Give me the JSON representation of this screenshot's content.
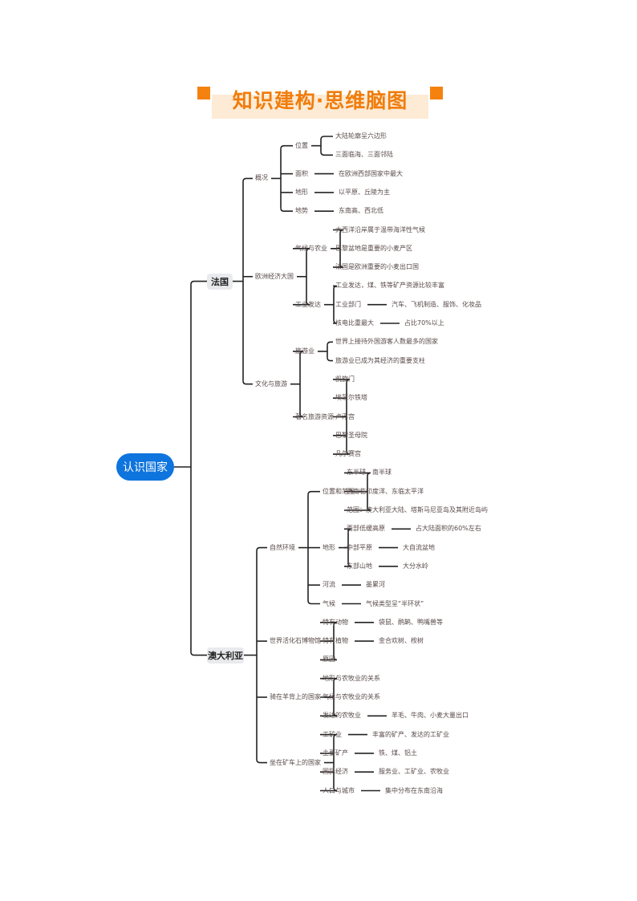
{
  "title": "知识建构·思维脑图",
  "colors": {
    "accent": "#f5820f",
    "title_text": "#f07d0c",
    "title_bg": "#fdebd6",
    "root": "#0e74de",
    "line": "#222222",
    "label": "#5a4a4a"
  },
  "mindmap": {
    "root": "认识国家",
    "branches": [
      {
        "label": "法国",
        "children": [
          {
            "label": "概况",
            "children": [
              {
                "label": "位置",
                "children": [
                  {
                    "label": "大陆轮廓呈六边形"
                  },
                  {
                    "label": "三面临海、三面邻陆"
                  }
                ]
              },
              {
                "label": "面积",
                "children": [
                  {
                    "label": "在欧洲西部国家中最大"
                  }
                ]
              },
              {
                "label": "地形",
                "children": [
                  {
                    "label": "以平原、丘陵为主"
                  }
                ]
              },
              {
                "label": "地势",
                "children": [
                  {
                    "label": "东南高、西北低"
                  }
                ]
              }
            ]
          },
          {
            "label": "欧洲经济大国",
            "children": [
              {
                "label": "气候与农业",
                "children": [
                  {
                    "label": "大西洋沿岸属于温带海洋性气候"
                  },
                  {
                    "label": "巴黎盆地是重要的小麦产区"
                  },
                  {
                    "label": "法国是欧洲重要的小麦出口国"
                  }
                ]
              },
              {
                "label": "工业发达",
                "children": [
                  {
                    "label": "工业发达，煤、铁等矿产资源比较丰富"
                  },
                  {
                    "label": "工业部门",
                    "children": [
                      {
                        "label": "汽车、飞机制造、服饰、化妆品"
                      }
                    ]
                  },
                  {
                    "label": "核电比重最大",
                    "children": [
                      {
                        "label": "占比70%以上"
                      }
                    ]
                  }
                ]
              }
            ]
          },
          {
            "label": "文化与旅游",
            "children": [
              {
                "label": "旅游业",
                "children": [
                  {
                    "label": "世界上接待外国游客人数最多的国家"
                  },
                  {
                    "label": "旅游业已成为其经济的重要支柱"
                  }
                ]
              },
              {
                "label": "著名旅游资源",
                "children": [
                  {
                    "label": "凯旋门"
                  },
                  {
                    "label": "埃菲尔铁塔"
                  },
                  {
                    "label": "卢浮宫"
                  },
                  {
                    "label": "巴黎圣母院"
                  },
                  {
                    "label": "凡尔赛宫"
                  }
                ]
              }
            ]
          }
        ]
      },
      {
        "label": "澳大利亚",
        "children": [
          {
            "label": "自然环境",
            "children": [
              {
                "label": "位置和范围",
                "children": [
                  {
                    "label": "东半球、南半球"
                  },
                  {
                    "label": "西南临印度洋、东临太平洋"
                  },
                  {
                    "label": "范围：澳大利亚大陆、塔斯马尼亚岛及其附近岛屿"
                  }
                ]
              },
              {
                "label": "地形",
                "children": [
                  {
                    "label": "西部低缓高原",
                    "children": [
                      {
                        "label": "占大陆面积的60%左右"
                      }
                    ]
                  },
                  {
                    "label": "中部平原",
                    "children": [
                      {
                        "label": "大自流盆地"
                      }
                    ]
                  },
                  {
                    "label": "东部山地",
                    "children": [
                      {
                        "label": "大分水岭"
                      }
                    ]
                  }
                ]
              },
              {
                "label": "河流",
                "children": [
                  {
                    "label": "墨累河"
                  }
                ]
              },
              {
                "label": "气候",
                "children": [
                  {
                    "label": "气候类型呈“半环状”"
                  }
                ]
              }
            ]
          },
          {
            "label": "世界活化石博物馆",
            "children": [
              {
                "label": "特有动物",
                "children": [
                  {
                    "label": "袋鼠、鸸鹋、鸭嘴兽等"
                  }
                ]
              },
              {
                "label": "特有植物",
                "children": [
                  {
                    "label": "金合欢树、桉树"
                  }
                ]
              },
              {
                "label": "原因"
              }
            ]
          },
          {
            "label": "骑在羊背上的国家",
            "children": [
              {
                "label": "地形与农牧业的关系"
              },
              {
                "label": "气候与农牧业的关系"
              },
              {
                "label": "发达的农牧业",
                "children": [
                  {
                    "label": "羊毛、牛肉、小麦大量出口"
                  }
                ]
              }
            ]
          },
          {
            "label": "坐在矿车上的国家",
            "children": [
              {
                "label": "工矿业",
                "children": [
                  {
                    "label": "丰富的矿产、发达的工矿业"
                  }
                ]
              },
              {
                "label": "主要矿产",
                "children": [
                  {
                    "label": "铁、煤、铝土"
                  }
                ]
              },
              {
                "label": "国民经济",
                "children": [
                  {
                    "label": "服务业、工矿业、农牧业"
                  }
                ]
              },
              {
                "label": "人口与城市",
                "children": [
                  {
                    "label": "集中分布在东南沿海"
                  }
                ]
              }
            ]
          }
        ]
      }
    ]
  }
}
